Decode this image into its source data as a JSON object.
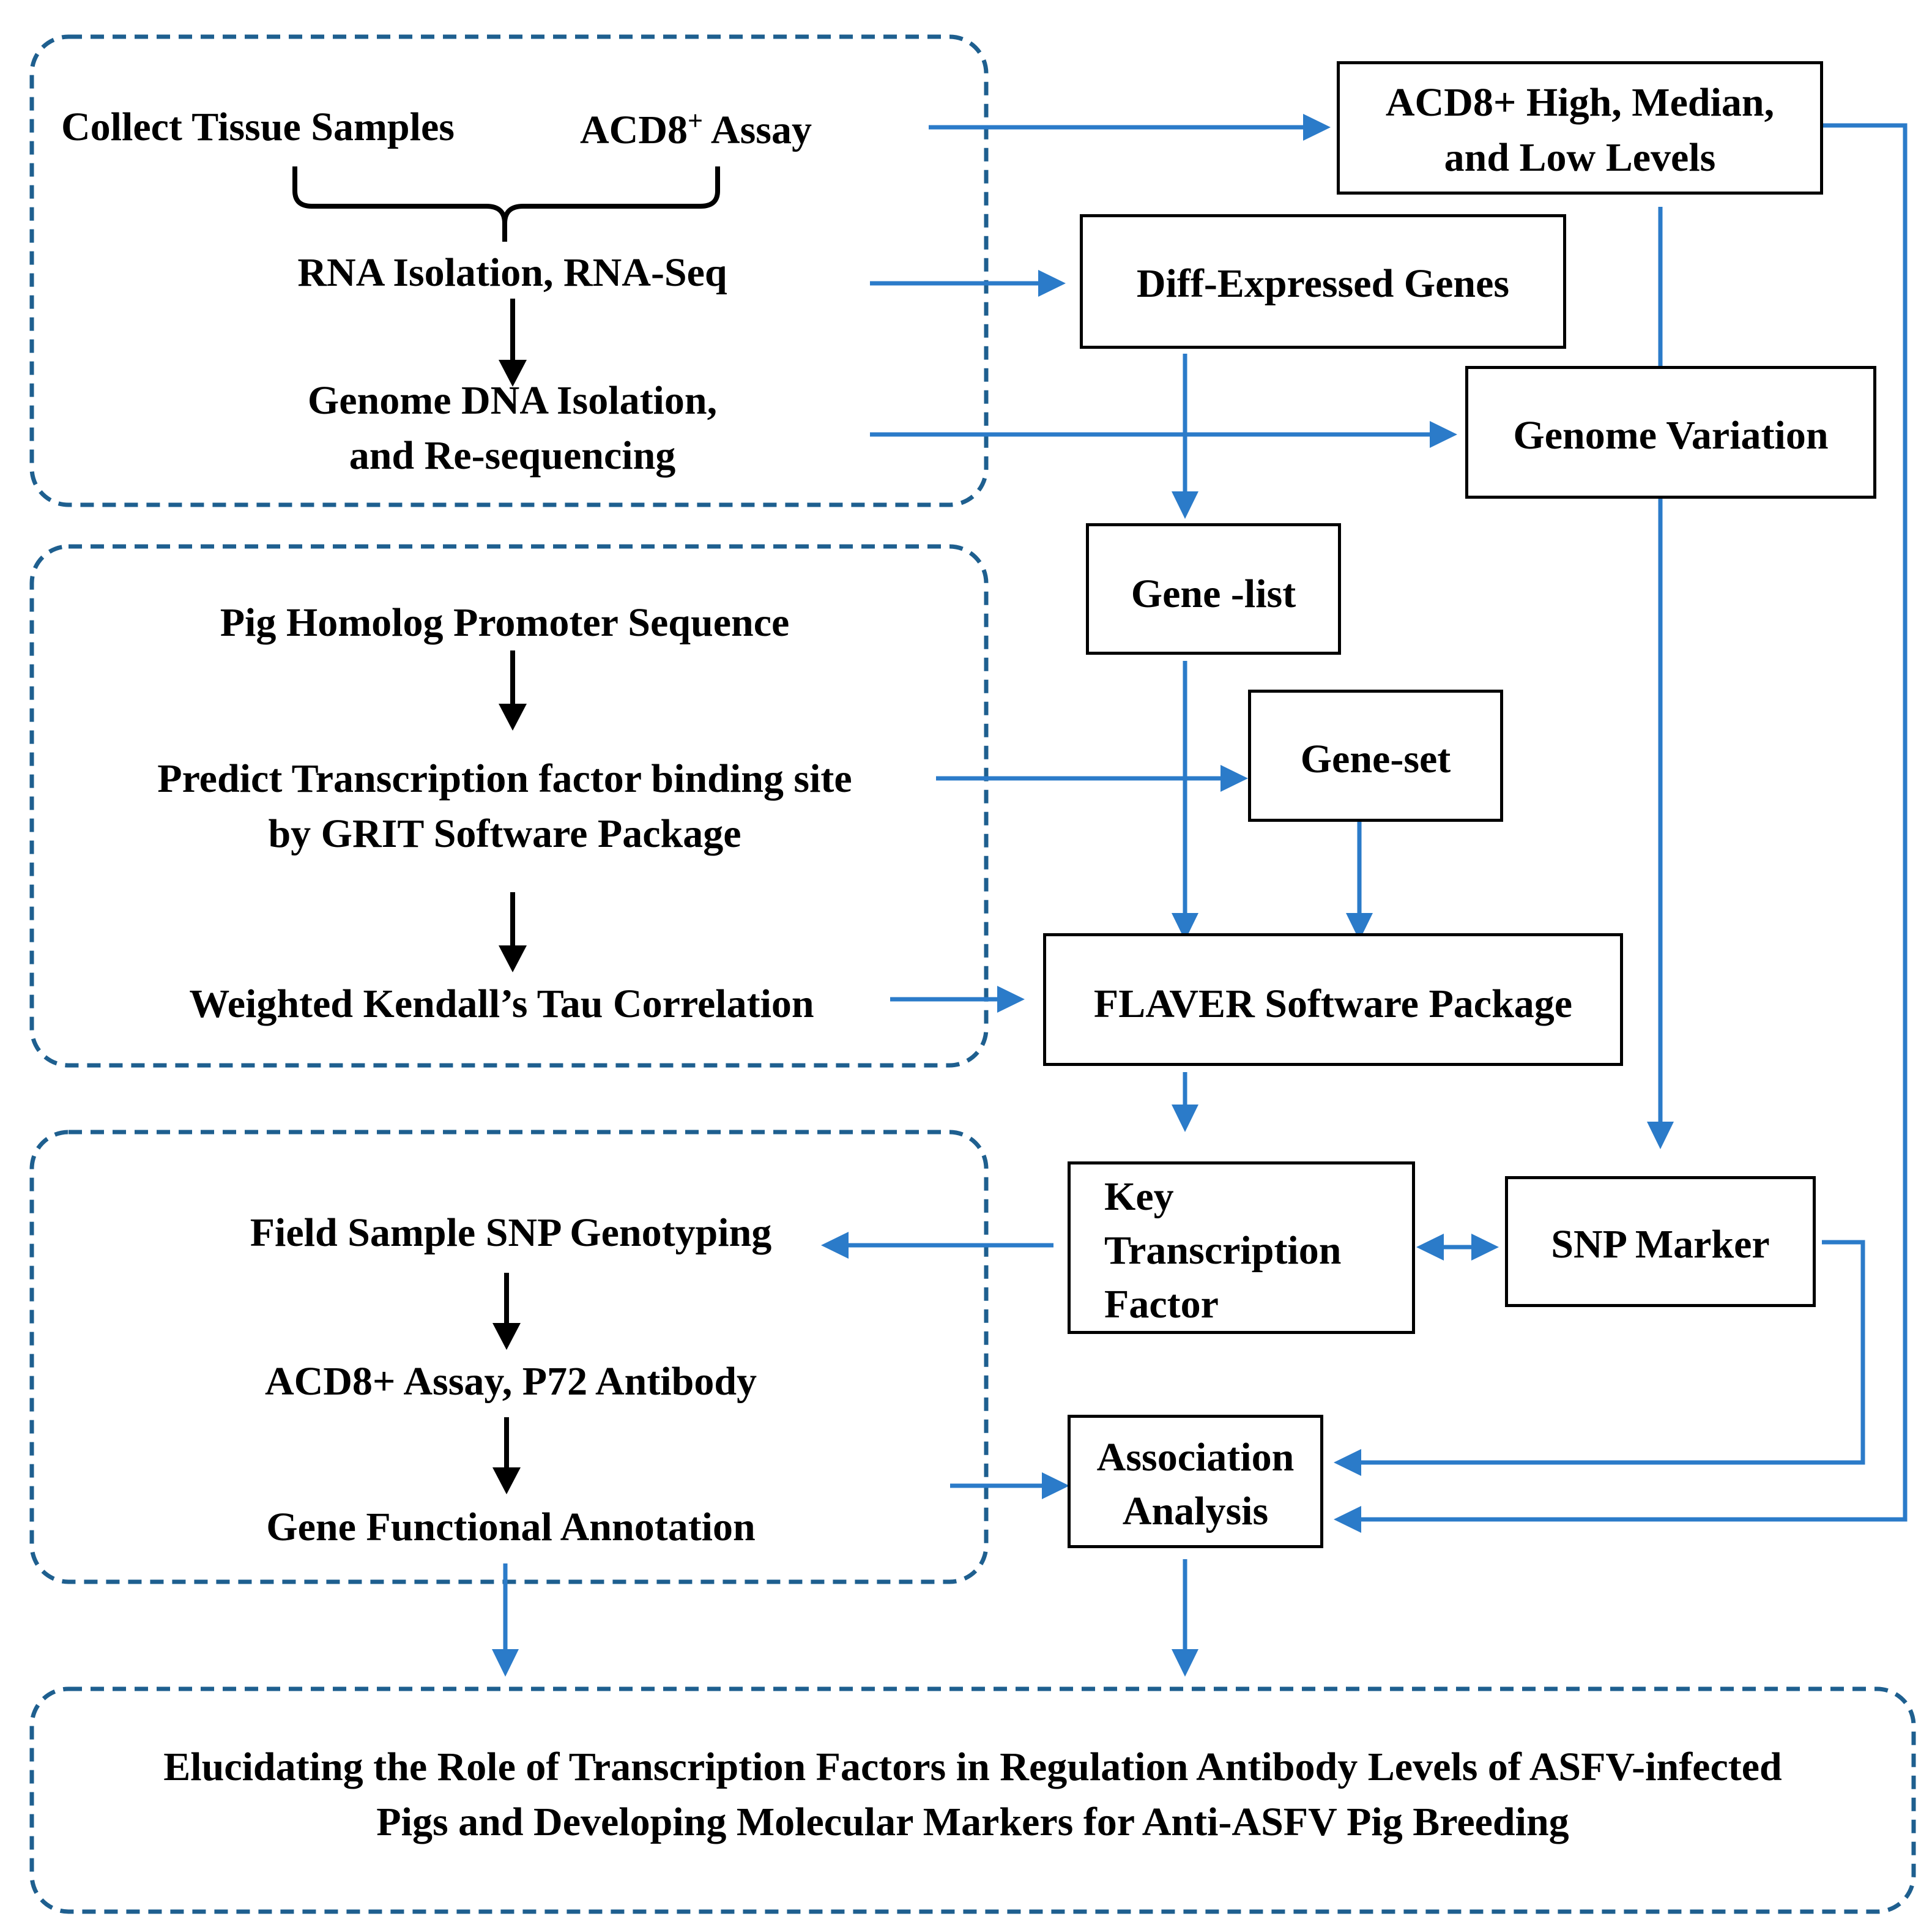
{
  "colors": {
    "arrow_blue": "#2b7bc9",
    "dash_blue": "#1e5f8f",
    "black": "#000000"
  },
  "panel1": {
    "collect": "Collect Tissue Samples",
    "acd8_assay": "ACD8",
    "acd8_sup": "+",
    "acd8_assay_word": " Assay",
    "rna": "RNA Isolation, RNA-Seq",
    "genome1": "Genome DNA Isolation,",
    "genome2": "and Re-sequencing"
  },
  "panel2": {
    "promoter": "Pig Homolog Promoter Sequence",
    "predict1": "Predict Transcription factor binding site",
    "predict2": "by GRIT Software Package",
    "kendall": "Weighted Kendall’s Tau Correlation"
  },
  "panel3": {
    "field": "Field Sample SNP Genotyping",
    "assay": "ACD8+ Assay, P72 Antibody",
    "annotation": "Gene Functional Annotation"
  },
  "boxes": {
    "levels1": "ACD8+ High, Median,",
    "levels2": "and Low Levels",
    "deg": "Diff-Expressed Genes",
    "genome_var": "Genome Variation",
    "gene_list": "Gene -list",
    "gene_set": "Gene-set",
    "flaver": "FLAVER Software Package",
    "ktf1": "Key",
    "ktf2": "Transcription",
    "ktf3": "Factor",
    "snp": "SNP Marker",
    "assoc1": "Association",
    "assoc2": "Analysis"
  },
  "conclusion": {
    "line1": "Elucidating the Role of Transcription Factors in Regulation Antibody Levels of ASFV-infected",
    "line2": "Pigs and Developing Molecular Markers for Anti-ASFV Pig Breeding"
  }
}
